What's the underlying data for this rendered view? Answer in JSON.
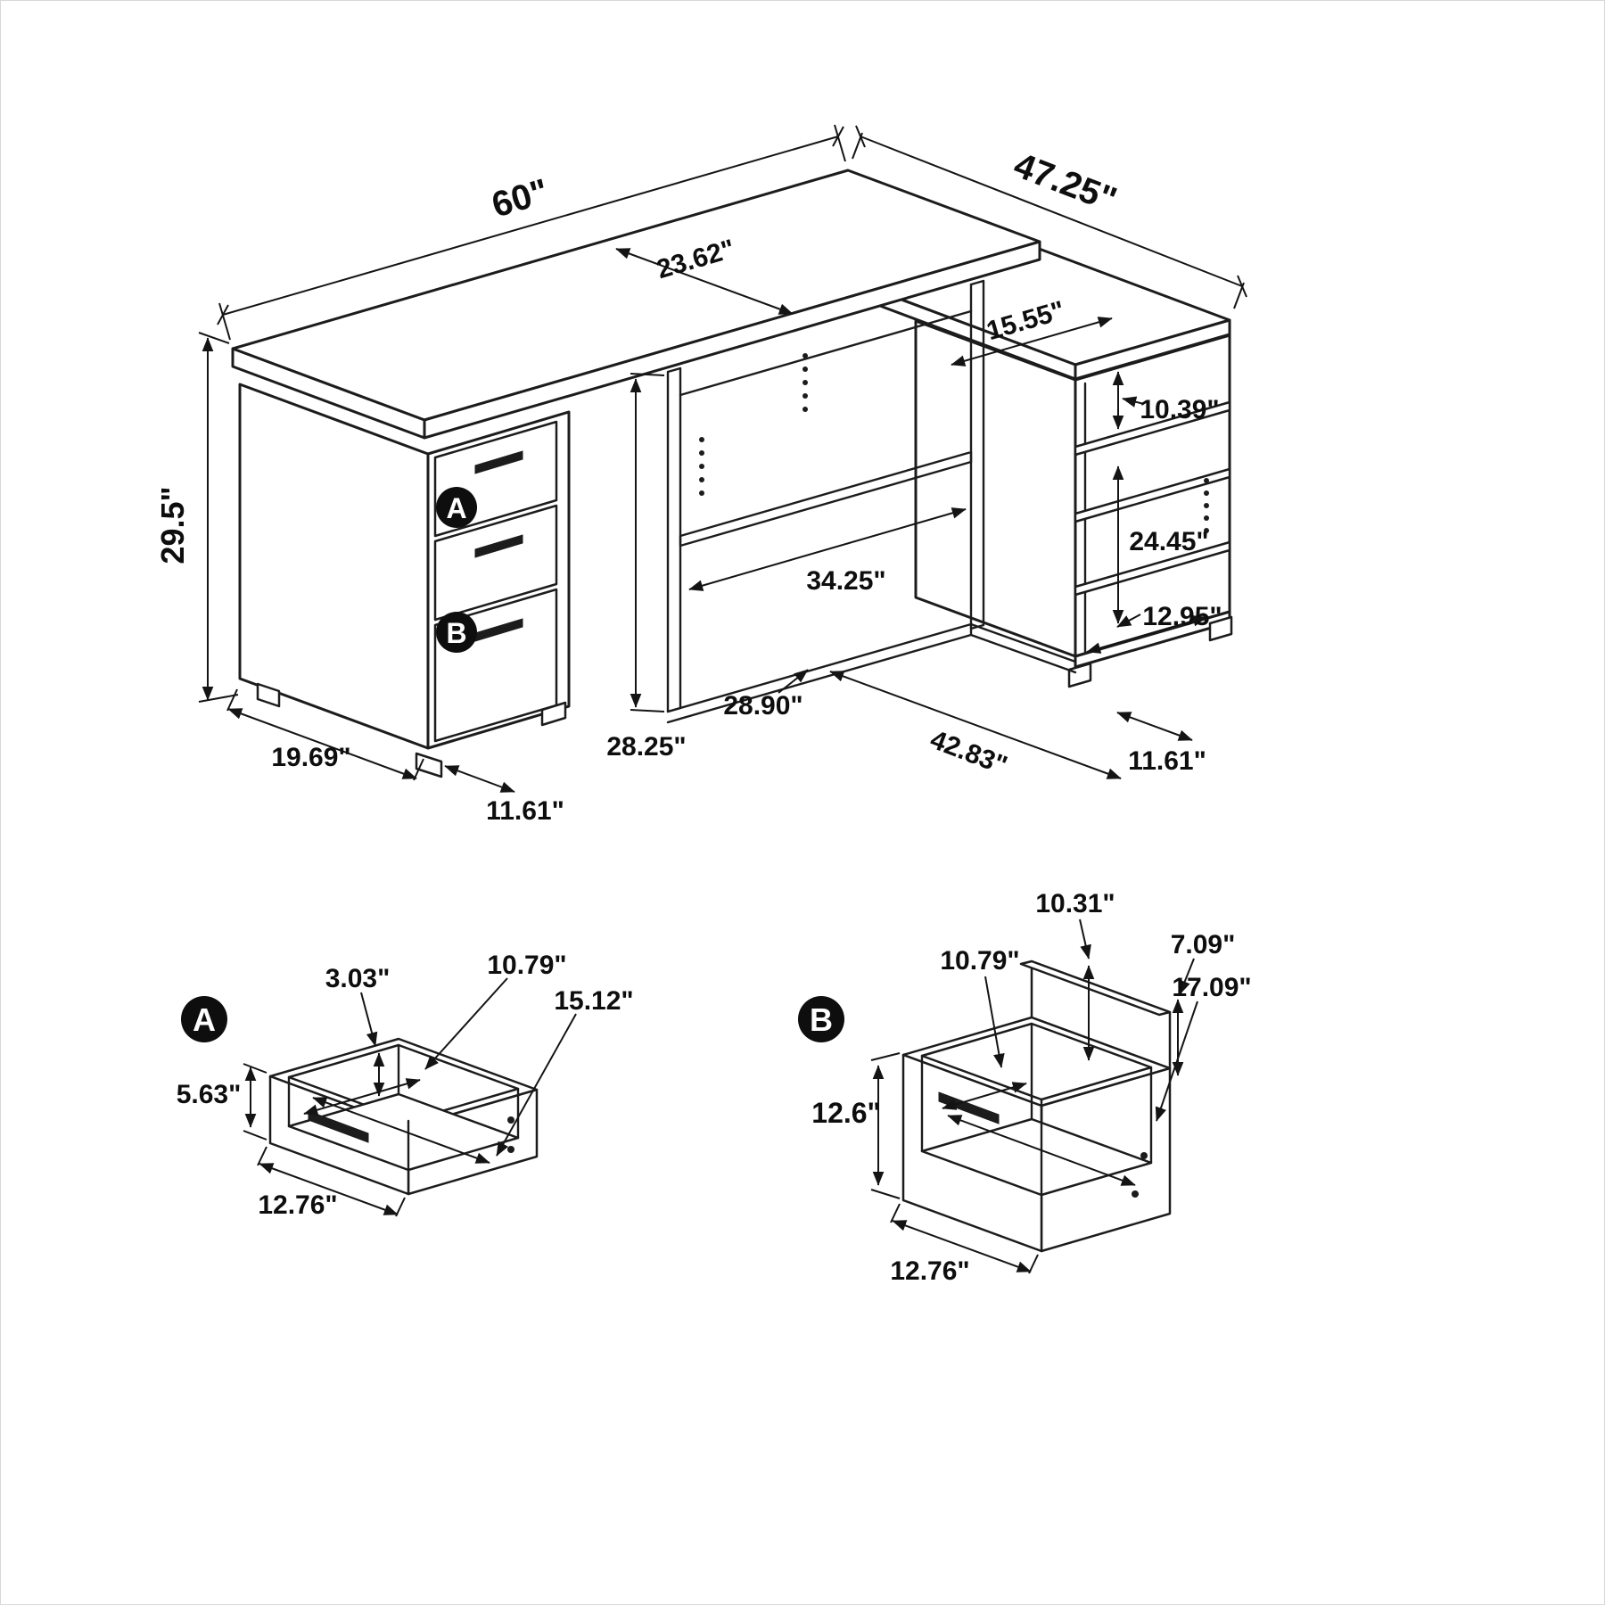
{
  "main_view": {
    "dims": {
      "desk_width": "60\"",
      "return_length": "47.25\"",
      "desktop_depth": "23.62\"",
      "return_top_depth": "15.55\"",
      "shelf_gap": "10.39\"",
      "desk_height": "29.5\"",
      "shelf_opening_height": "24.45\"",
      "compartment_width": "34.25\"",
      "bottom_shelf_depth": "12.95\"",
      "stretcher_length": "28.90\"",
      "knee_space_height": "28.25\"",
      "return_bottom_length": "42.83\"",
      "pedestal_depth": "19.69\"",
      "left_foot_depth": "11.61\"",
      "right_foot_depth": "11.61\""
    },
    "callouts": {
      "a": "A",
      "b": "B"
    }
  },
  "detail_a": {
    "callout": "A",
    "dims": {
      "rim_depth": "3.03\"",
      "inner_depth": "10.79\"",
      "inner_width": "15.12\"",
      "front_height": "5.63\"",
      "front_width": "12.76\""
    }
  },
  "detail_b": {
    "callout": "B",
    "dims": {
      "back_panel_height": "10.31\"",
      "rail_height": "7.09\"",
      "inner_depth": "10.79\"",
      "inner_width": "17.09\"",
      "front_height": "12.6\"",
      "front_width": "12.76\""
    }
  }
}
